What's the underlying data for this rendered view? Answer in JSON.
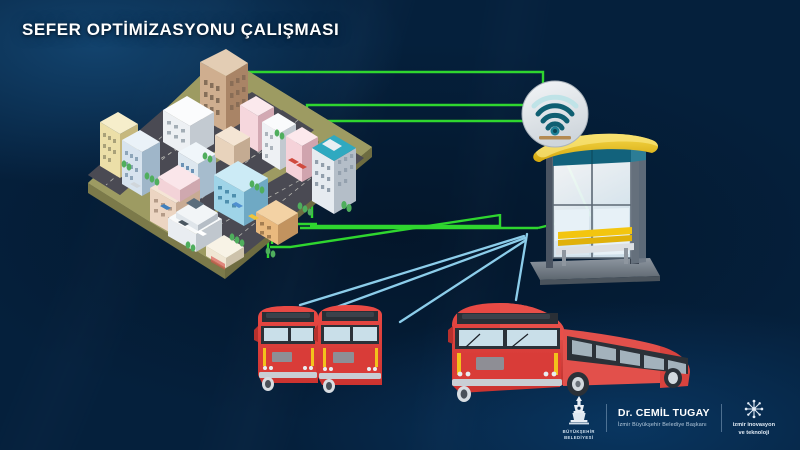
{
  "slide": {
    "title": "SEFER OPTİMİZASYONU ÇALIŞMASI",
    "background_top_color": "#0b3c68",
    "background_deep_color": "#041527",
    "background_glow_color": "#0e5690"
  },
  "diagram": {
    "city": {
      "name": "isometric-city-block",
      "ground_color": "#8e8c57",
      "road_color": "#4a4a52"
    },
    "wifi_node": {
      "name": "wifi-signal-icon",
      "badge_color": "#e3e6ea",
      "arc_color": "#0d4f5e"
    },
    "bus_stop": {
      "name": "bus-shelter",
      "roof_color": "#e8c21f",
      "glass_color": "#e9f4fa",
      "bench_color": "#f0c50f",
      "frame_color": "#3b4450"
    },
    "buses": {
      "name": "bus-fleet",
      "count": 3,
      "body_color": "#e0423f",
      "body_shade_color": "#b82d2c",
      "window_color": "#2a3038",
      "marker_light_color": "#f5c518"
    },
    "links": {
      "city_to_wifi_color": "#2fd62f",
      "shelter_to_bus_color": "#8ccdea"
    }
  },
  "footer": {
    "municipality": {
      "line1": "BÜYÜKŞEHİR",
      "line2": "BELEDİYESİ",
      "icon": "clock-tower-icon"
    },
    "mayor": {
      "name": "Dr. CEMİL TUGAY",
      "role": "İzmir Büyükşehir Belediye Başkanı"
    },
    "innovation": {
      "line1": "izmir inovasyon",
      "line2": "ve teknoloji",
      "icon": "innovation-network-icon"
    }
  }
}
